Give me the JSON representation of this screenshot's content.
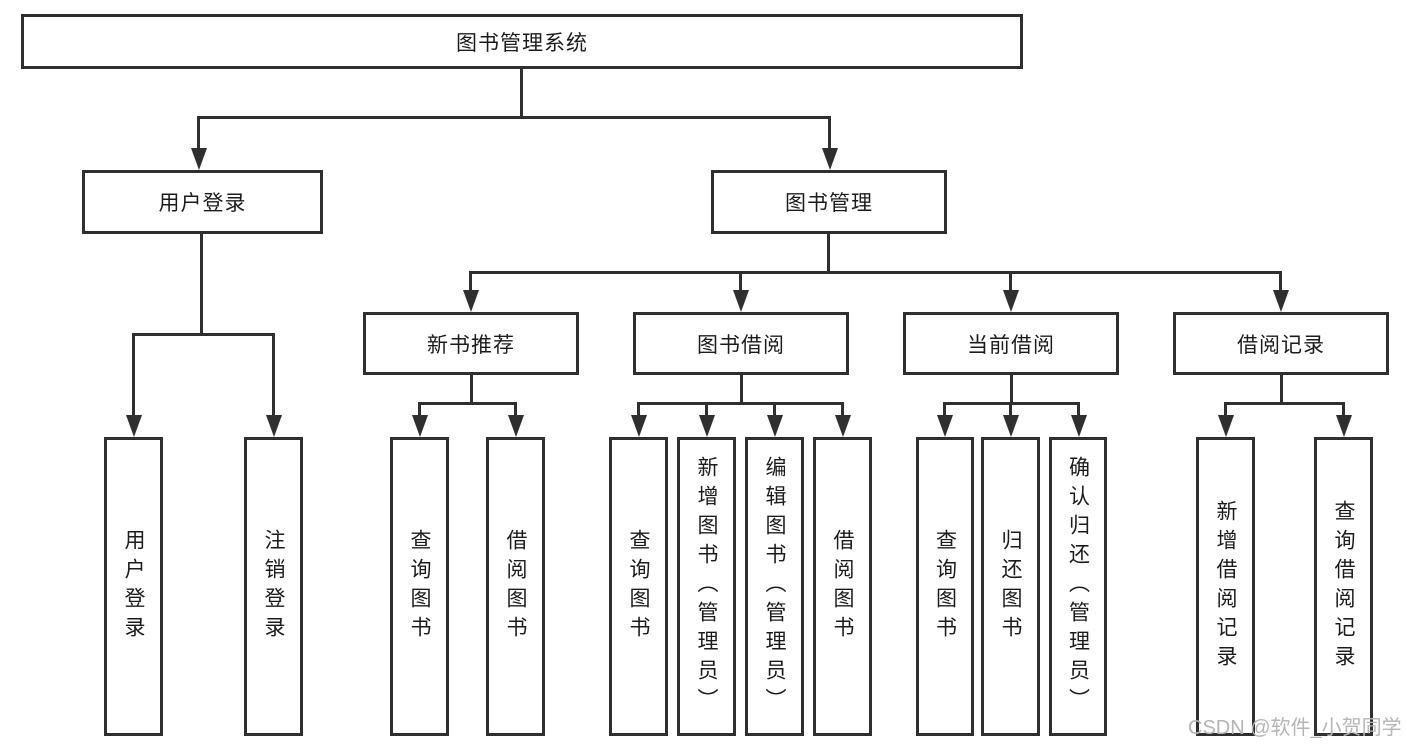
{
  "colors": {
    "line": "#2f2f2f",
    "text": "#1c1c1c",
    "box_background": "#ffffff",
    "watermark": "#b5b5b5",
    "page_background": "#ffffff"
  },
  "diagram": {
    "root": {
      "label": "图书管理系统"
    },
    "level2": {
      "user_login": {
        "label": "用户登录"
      },
      "book_management": {
        "label": "图书管理"
      }
    },
    "level3": {
      "new_book_recommendation": {
        "label": "新书推荐"
      },
      "book_borrowing": {
        "label": "图书借阅"
      },
      "current_borrowing": {
        "label": "当前借阅"
      },
      "borrowing_records": {
        "label": "借阅记录"
      }
    },
    "leaves": {
      "user_login_children": [
        {
          "label": "用户登录"
        },
        {
          "label": "注销登录"
        }
      ],
      "new_book_children": [
        {
          "label": "查询图书"
        },
        {
          "label": "借阅图书"
        }
      ],
      "book_borrowing_children": [
        {
          "label": "查询图书"
        },
        {
          "label": "新增图书（管理员）"
        },
        {
          "label": "编辑图书（管理员）"
        },
        {
          "label": "借阅图书"
        }
      ],
      "current_borrowing_children": [
        {
          "label": "查询图书"
        },
        {
          "label": "归还图书"
        },
        {
          "label": "确认归还（管理员）"
        }
      ],
      "borrowing_records_children": [
        {
          "label": "新增借阅记录"
        },
        {
          "label": "查询借阅记录"
        }
      ]
    },
    "watermark": "CSDN @软件_小贺同学"
  }
}
